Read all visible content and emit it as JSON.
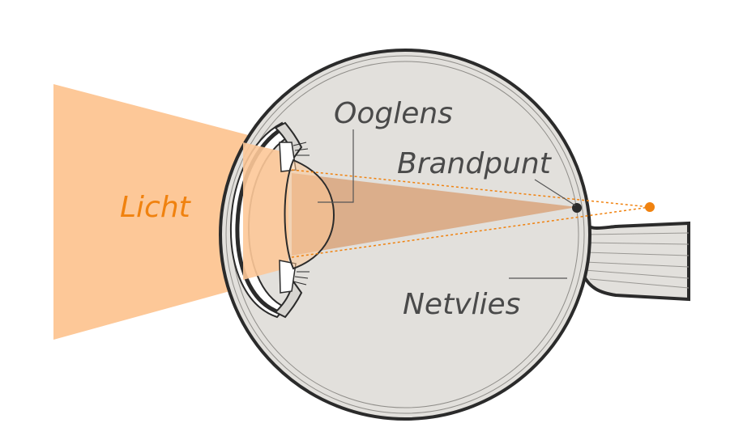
{
  "diagram": {
    "labels": {
      "light": "Licht",
      "lens": "Ooglens",
      "focal_point": "Brandpunt",
      "retina": "Netvlies"
    }
  },
  "colors": {
    "light_beam": "#fdc898",
    "accent": "#f0820f",
    "eye_fill": "#e2e0dc",
    "outline": "#2b2b2b",
    "label_text": "#4a4a4a",
    "focus_cone": "#d9a57c"
  }
}
